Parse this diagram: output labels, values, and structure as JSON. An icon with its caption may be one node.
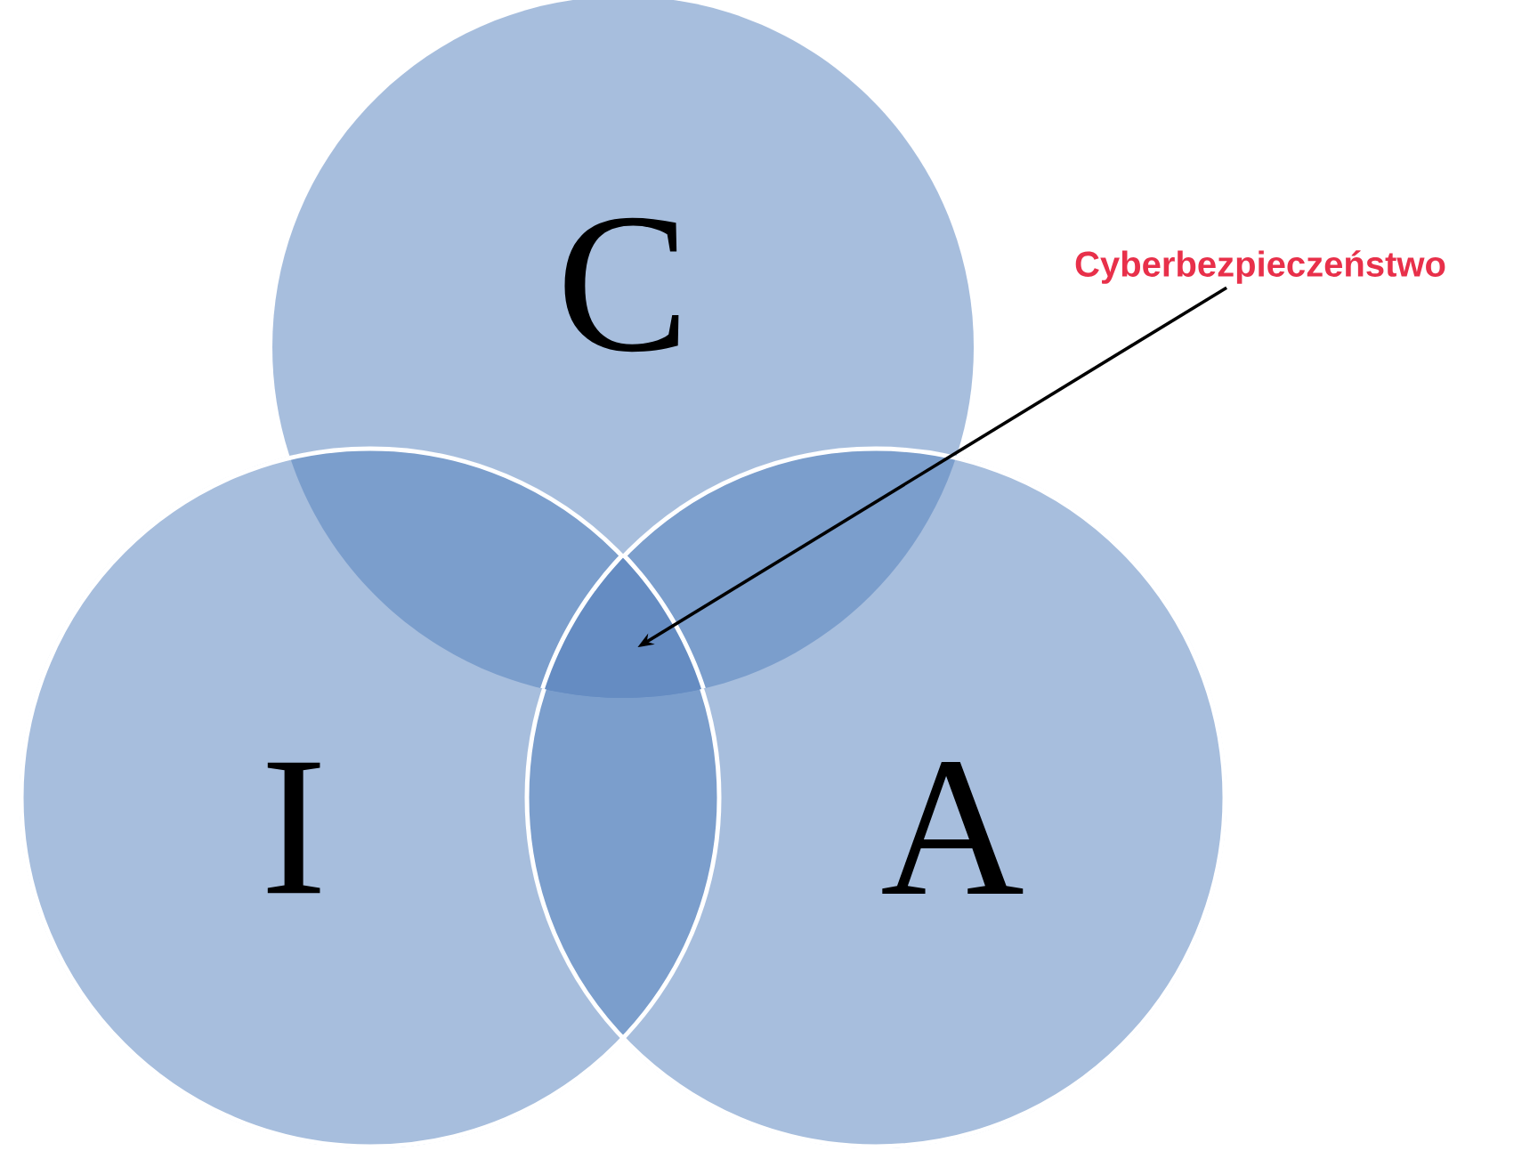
{
  "diagram": {
    "nodes": [
      {
        "text": [
          "C"
        ]
      },
      {
        "text": [
          "I"
        ]
      },
      {
        "text": [
          "A"
        ]
      },
      {
        "text": [
          "Cyberbezpieczeństwo"
        ]
      },
      {
        "text": [],
        "shape": "region"
      }
    ],
    "edges": [
      {
        "from": 3,
        "to": 4,
        "arrow": "to"
      }
    ]
  }
}
